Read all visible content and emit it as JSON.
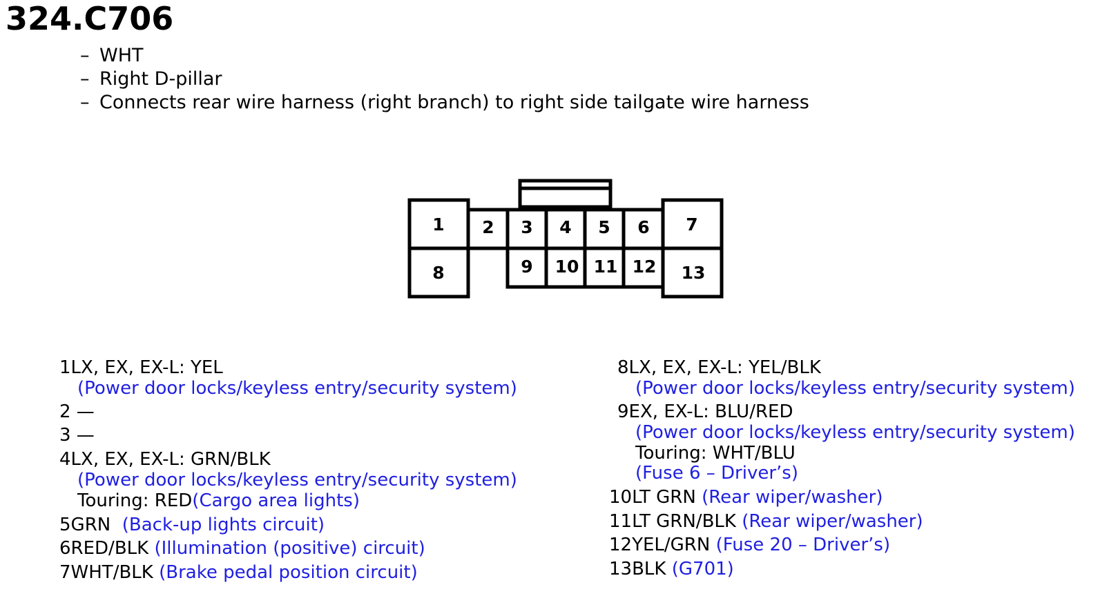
{
  "title": "324.C706",
  "notes": [
    "WHT",
    "Right D-pillar",
    "Connects rear wire harness (right branch) to right side tailgate wire harness"
  ],
  "note_dash": "–",
  "connector": {
    "cells": [
      "1",
      "2",
      "3",
      "4",
      "5",
      "6",
      "7",
      "8",
      "9",
      "10",
      "11",
      "12",
      "13"
    ]
  },
  "pins_left": [
    {
      "num": "1",
      "text": "LX, EX, EX-L: YEL",
      "desc": ""
    },
    {
      "num": "",
      "text": "",
      "desc": "(Power door locks/keyless entry/security system)"
    },
    {
      "num": "2",
      "text": " —",
      "desc": ""
    },
    {
      "num": "3",
      "text": " —",
      "desc": ""
    },
    {
      "num": "4",
      "text": "LX, EX, EX-L: GRN/BLK",
      "desc": ""
    },
    {
      "num": "",
      "text": "",
      "desc": "(Power door locks/keyless entry/security system)"
    },
    {
      "num": "",
      "text": "Touring: RED",
      "desc": "(Cargo area lights)"
    },
    {
      "num": "5",
      "text": "GRN",
      "desc": "(Back-up lights circuit)"
    },
    {
      "num": "6",
      "text": "RED/BLK",
      "desc": "(Illumination (positive) circuit)"
    },
    {
      "num": "7",
      "text": "WHT/BLK",
      "desc": "(Brake pedal position circuit)"
    }
  ],
  "pins_right": [
    {
      "num": "8",
      "text": "LX, EX, EX-L: YEL/BLK",
      "desc": ""
    },
    {
      "num": "",
      "text": "",
      "desc": "(Power door locks/keyless entry/security system)"
    },
    {
      "num": "9",
      "text": "EX, EX-L: BLU/RED",
      "desc": ""
    },
    {
      "num": "",
      "text": "",
      "desc": "(Power door locks/keyless entry/security system)"
    },
    {
      "num": "",
      "text": "Touring: WHT/BLU",
      "desc": ""
    },
    {
      "num": "",
      "text": "",
      "desc": "(Fuse 6 – Driver’s)"
    },
    {
      "num": "10",
      "text": "LT GRN",
      "desc": "(Rear wiper/washer)"
    },
    {
      "num": "11",
      "text": "LT GRN/BLK",
      "desc": "(Rear wiper/washer)"
    },
    {
      "num": "12",
      "text": "YEL/GRN",
      "desc": "(Fuse 20 – Driver’s)"
    },
    {
      "num": "13",
      "text": "BLK",
      "desc": "(G701)"
    }
  ],
  "colors": {
    "text": "#000000",
    "description": "#1f1fe0",
    "outline": "#000000"
  }
}
